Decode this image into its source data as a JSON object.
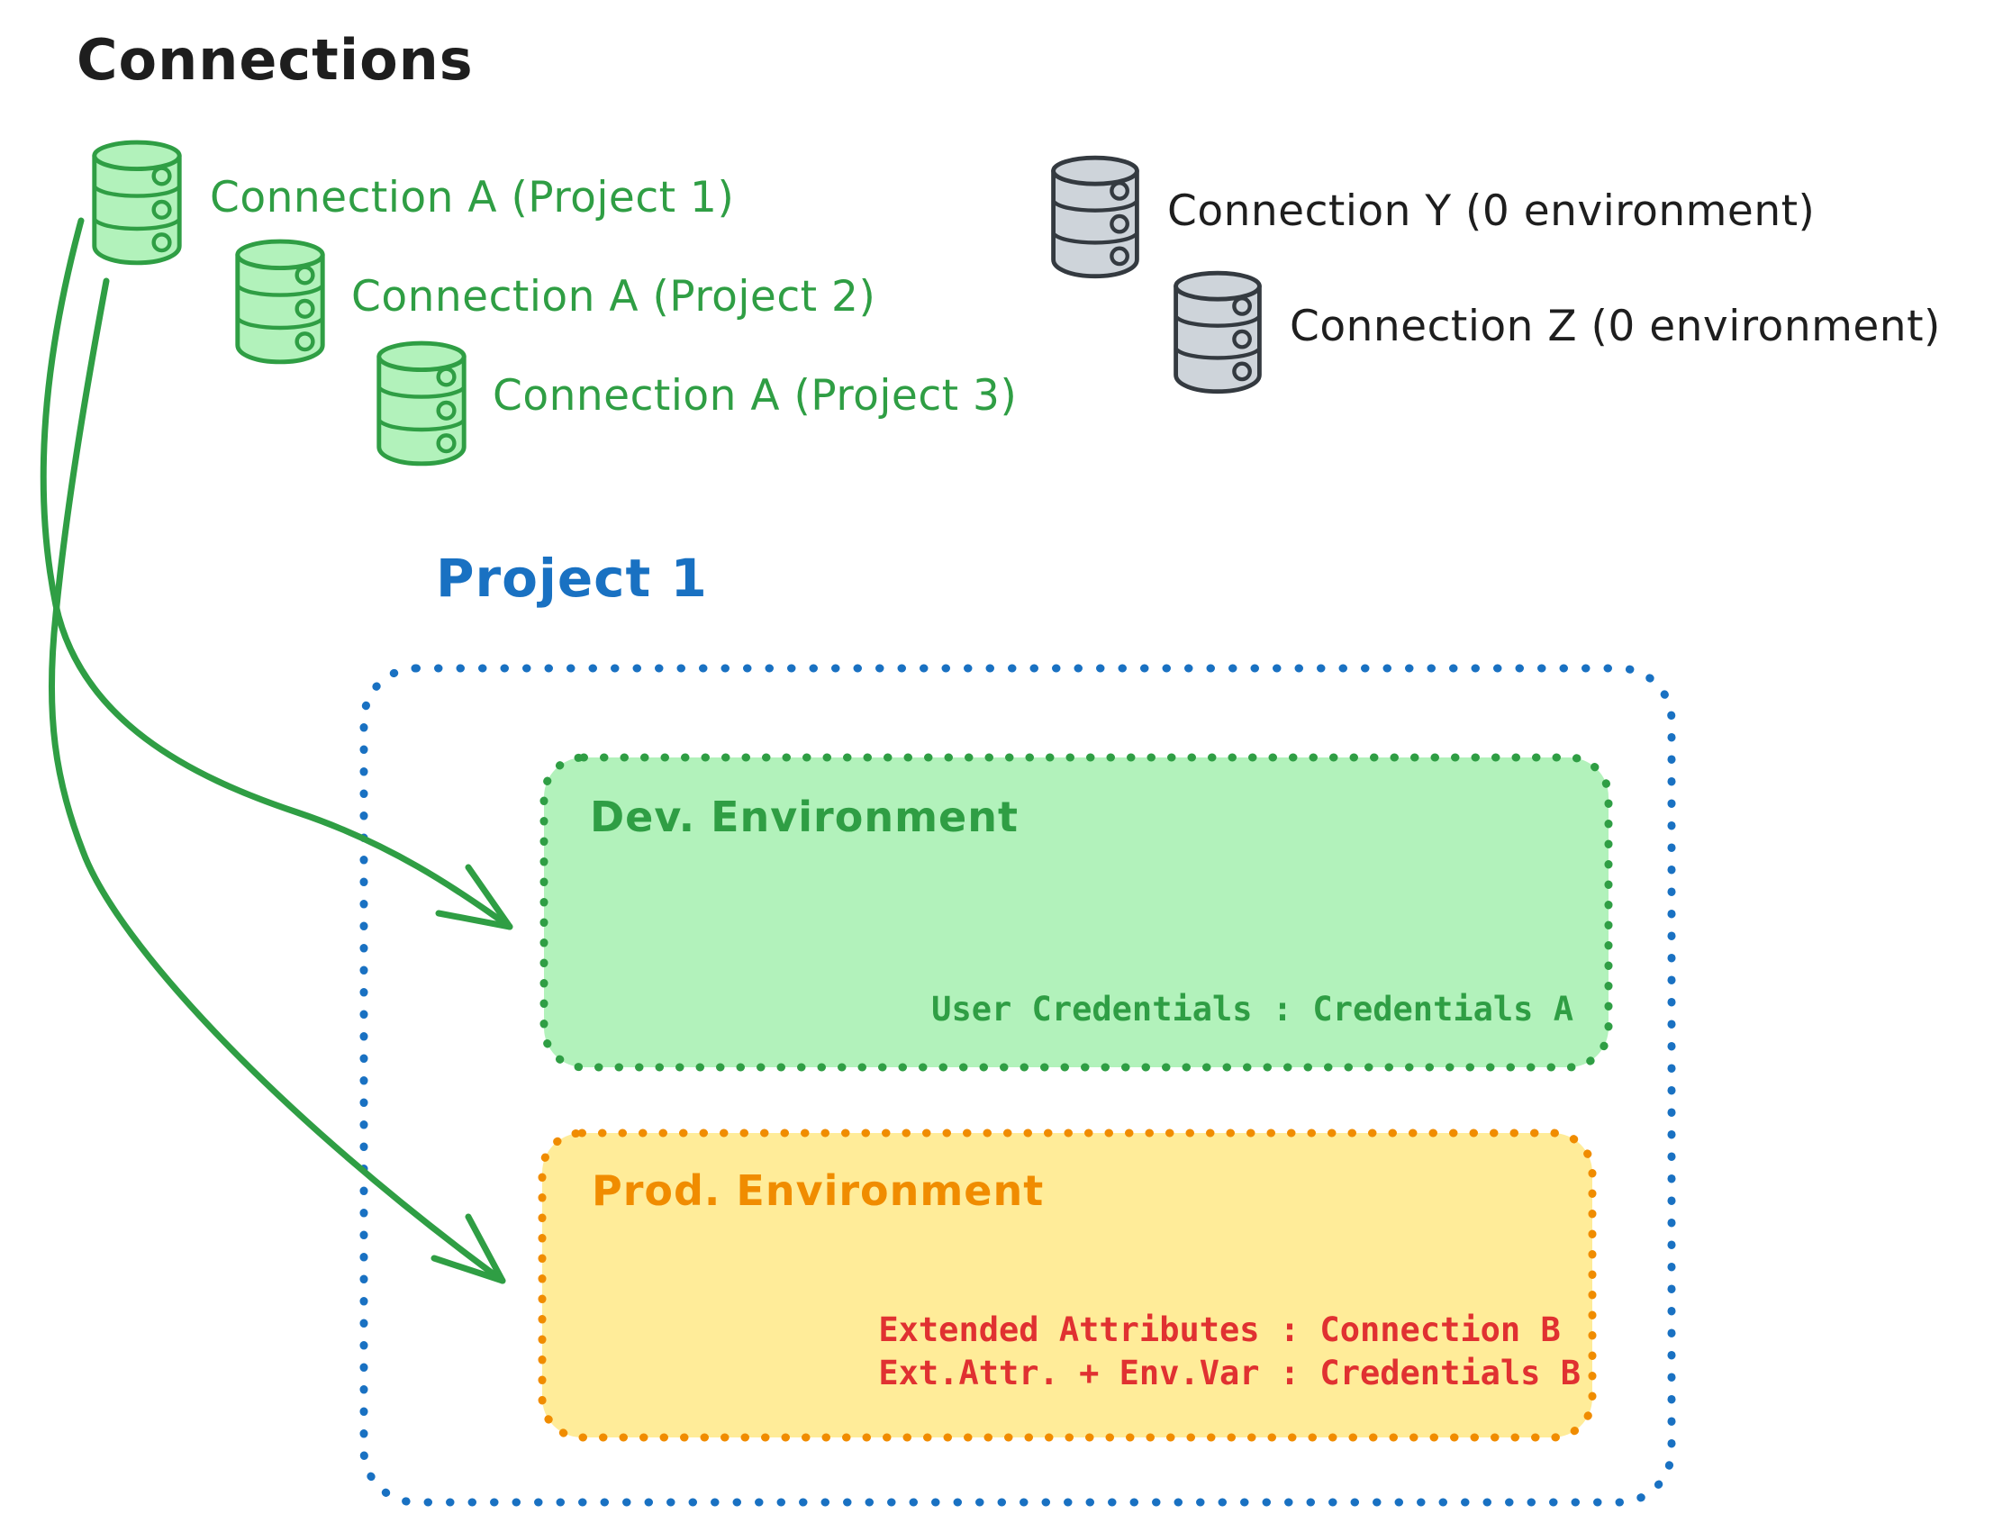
{
  "diagram": {
    "title": "Connections"
  },
  "connections": {
    "project_a": [
      {
        "label": "Connection A (Project 1)"
      },
      {
        "label": "Connection A (Project 2)"
      },
      {
        "label": "Connection A (Project 3)"
      }
    ],
    "unassigned": [
      {
        "label": "Connection Y (0 environment)"
      },
      {
        "label": "Connection Z (0 environment)"
      }
    ]
  },
  "project": {
    "title": "Project 1",
    "environments": {
      "dev": {
        "name": "Dev. Environment",
        "mapping": "User Credentials : Credentials A"
      },
      "prod": {
        "name": "Prod. Environment",
        "mappings": [
          "Extended Attributes : Connection B",
          "Ext.Attr. + Env.Var : Credentials B"
        ]
      }
    }
  },
  "colors": {
    "green_stroke": "#2f9e44",
    "green_fill": "#b2f2bb",
    "gray_fill": "#ced4da",
    "blue": "#1971c2",
    "orange": "#f08c00",
    "yellow_fill": "#ffec99",
    "red": "#e03131",
    "black": "#1e1e1e"
  }
}
